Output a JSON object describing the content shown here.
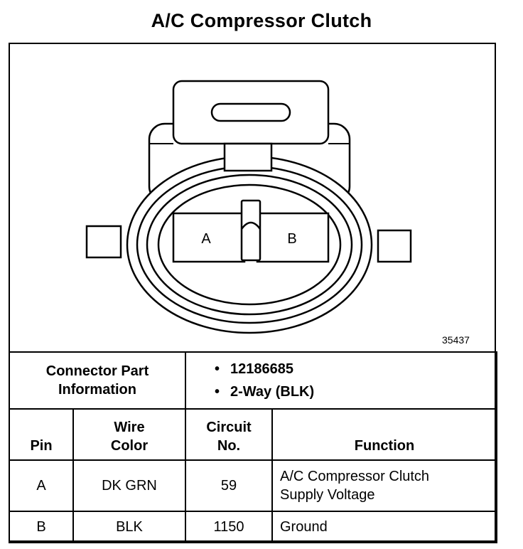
{
  "title": "A/C Compressor Clutch",
  "figure_number": "35437",
  "connector": {
    "cavity_labels": [
      "A",
      "B"
    ]
  },
  "part_info": {
    "label_line1": "Connector Part",
    "label_line2": "Information",
    "items": [
      "12186685",
      "2-Way (BLK)"
    ],
    "bullet": "•"
  },
  "columns": {
    "pin": "Pin",
    "wire_color_line1": "Wire",
    "wire_color_line2": "Color",
    "circuit_line1": "Circuit",
    "circuit_line2": "No.",
    "function": "Function"
  },
  "rows": [
    {
      "pin": "A",
      "wire_color": "DK GRN",
      "circuit": "59",
      "function_line1": "A/C Compressor Clutch",
      "function_line2": "Supply Voltage"
    },
    {
      "pin": "B",
      "wire_color": "BLK",
      "circuit": "1150",
      "function_line1": "Ground",
      "function_line2": ""
    }
  ]
}
